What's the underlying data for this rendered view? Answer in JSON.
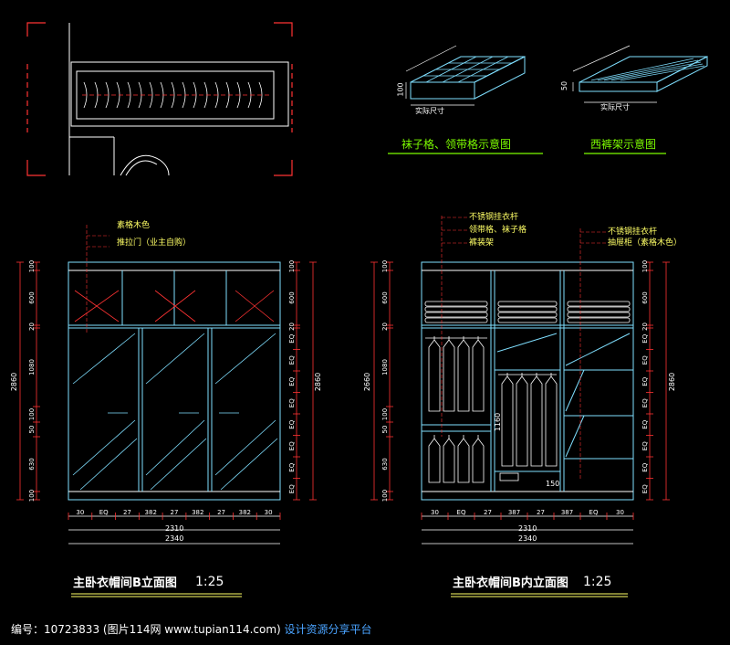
{
  "detail_a": {
    "dim_label": "实际尺寸",
    "height_label": "100",
    "caption": "袜子格、领带格示意图"
  },
  "detail_b": {
    "dim_label": "实际尺寸",
    "height_label": "50",
    "caption": "西裤架示意图"
  },
  "left_elevation": {
    "title": "主卧衣帽间B立面图",
    "scale": "1:25",
    "notes": [
      "素格木色",
      "推拉门（业主自购）"
    ],
    "left_dims": [
      "100",
      "600",
      "20",
      "1080",
      "100",
      "50",
      "630",
      "100"
    ],
    "overall_height_left": "2860",
    "right_dims": [
      "100",
      "600",
      "20",
      "EQ",
      "EQ",
      "EQ",
      "EQ",
      "EQ",
      "EQ",
      "EQ",
      "EQ"
    ],
    "overall_height_right": "2860",
    "bottom_dims": [
      "30",
      "EQ",
      "27",
      "382",
      "27",
      "382",
      "27",
      "382",
      "30"
    ],
    "width_inner": "2310",
    "width_overall": "2340"
  },
  "right_elevation": {
    "title": "主卧衣帽间B内立面图",
    "scale": "1:25",
    "notes_left": [
      "不锈钢挂衣杆",
      "领带格、袜子格",
      "裤装架"
    ],
    "notes_right": [
      "不锈钢挂衣杆",
      "抽屉柜（素格木色）"
    ],
    "left_dims": [
      "100",
      "600",
      "20",
      "1080",
      "100",
      "50",
      "630",
      "100"
    ],
    "overall_height_left": "2660",
    "right_dims": [
      "100",
      "600",
      "20",
      "EQ",
      "EQ",
      "EQ",
      "EQ",
      "EQ",
      "EQ",
      "EQ",
      "EQ"
    ],
    "overall_height_right": "2860",
    "mid_dim": "1160",
    "drawer_dim": "150",
    "bottom_dims": [
      "30",
      "EQ",
      "27",
      "387",
      "27",
      "387",
      "EQ",
      "30"
    ],
    "width_inner": "2310",
    "width_overall": "2340"
  },
  "footer": {
    "id_text": "编号：10723833 (图片114网 www.tupian114.com)",
    "site_text": "设计资源分享平台"
  },
  "colors": {
    "line": "#7fdfff",
    "dim": "#ff3333",
    "note": "#ffff66",
    "caption": "#7cfc00",
    "white": "#ffffff"
  }
}
